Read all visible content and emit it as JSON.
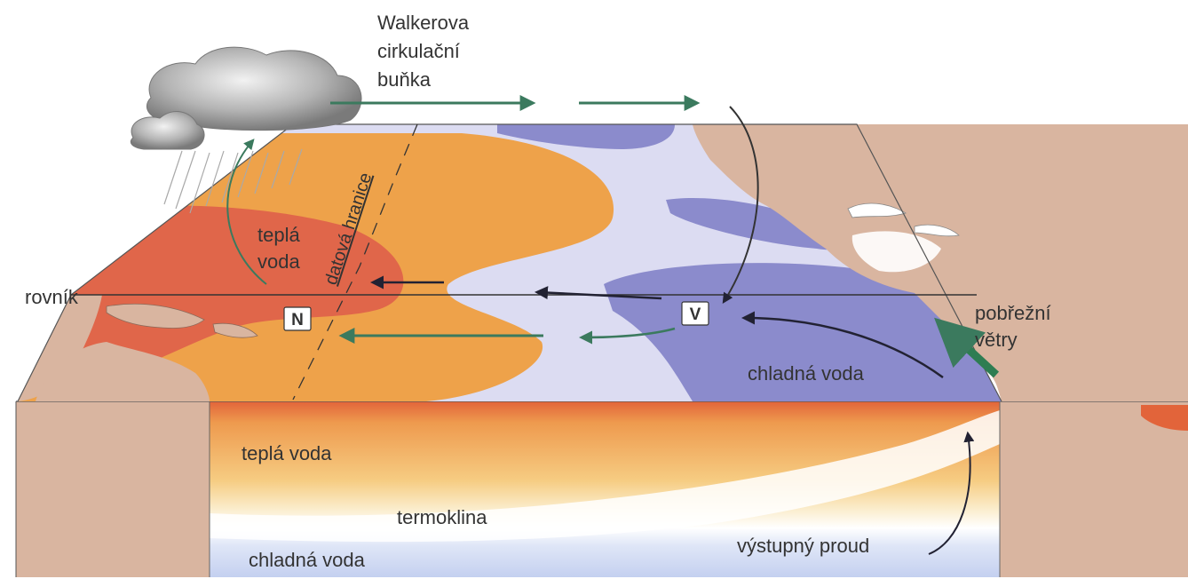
{
  "labels": {
    "walker_line1": "Walkerova",
    "walker_line2": "cirkulační",
    "walker_line3": "buňka",
    "date_line": "datová hranice",
    "warm_water_top_line1": "teplá",
    "warm_water_top_line2": "voda",
    "equator": "rovník",
    "west_marker": "N",
    "east_marker": "V",
    "coastal_winds_line1": "pobřežní",
    "coastal_winds_line2": "větry",
    "cold_water_surface": "chladná voda",
    "warm_water_section": "teplá voda",
    "thermocline": "termoklina",
    "cold_water_deep": "chladná voda",
    "upwelling": "výstupný proud"
  },
  "colors": {
    "land": "#d9b5a0",
    "warm_orange": "#eea24a",
    "warm_red": "#e0664a",
    "cool_light": "#dcdcf2",
    "cool_purple": "#8b8bcc",
    "arrow_green": "#3b7a5e",
    "arrow_dark": "#222233",
    "text": "#333333"
  }
}
